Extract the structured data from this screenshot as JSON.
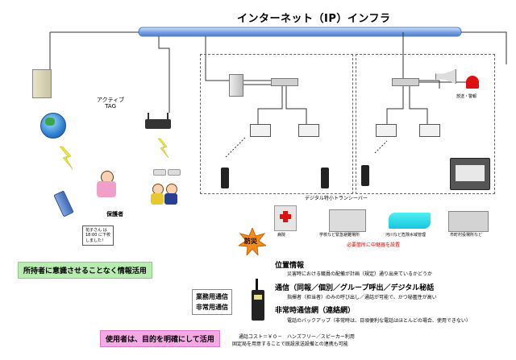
{
  "title": "インターネット（IP）インフラ",
  "active_tag": "アクティブ\nTAG",
  "guardian": "保護者",
  "bubble": "花子さん は\n18:00 に下校\nしました！",
  "note_green": "所持者に意識させることなく情報活用",
  "note_pink": "使用者は、目的を明確にして活用",
  "broadcast_label": "放送・警報",
  "transceiver_label": "デジタル特小トランシーバー",
  "disaster_label": "防災",
  "facilities": [
    {
      "label": "病院"
    },
    {
      "label": "学校など緊急避難場所"
    },
    {
      "label": "河川など危険水域管理"
    },
    {
      "label": "市町村役場所など"
    }
  ],
  "relay_note": "必要箇所に中継器を設置",
  "work_comm": "業務用通信\n非常用通信",
  "sections": [
    {
      "head": "位置情報",
      "sub": "災害時における職員の配備が計画（規定）通り出来ているかどうか"
    },
    {
      "head": "通信（同報／個別／グループ呼出／デジタル秘話",
      "sub": "指揮者（担当者）のみの呼び出し／通話が可能で、かつ秘匿性が高い"
    },
    {
      "head": "非常時通信網（連絡網）",
      "sub": "電話のバックアップ（非常時は、日頃便利な電話はほとんどの場合、使用できない）"
    }
  ],
  "cost_lines": [
    "通話コスト＝￥０－　ハンズフリー／スピーカー利用",
    "固定局を用意することで既設放送設備との連携も可能"
  ],
  "colors": {
    "backbone": "#7da7e6",
    "note_green": "#b9ecb0",
    "note_pink": "#f4a8e4",
    "disaster": "#f28a1c"
  }
}
